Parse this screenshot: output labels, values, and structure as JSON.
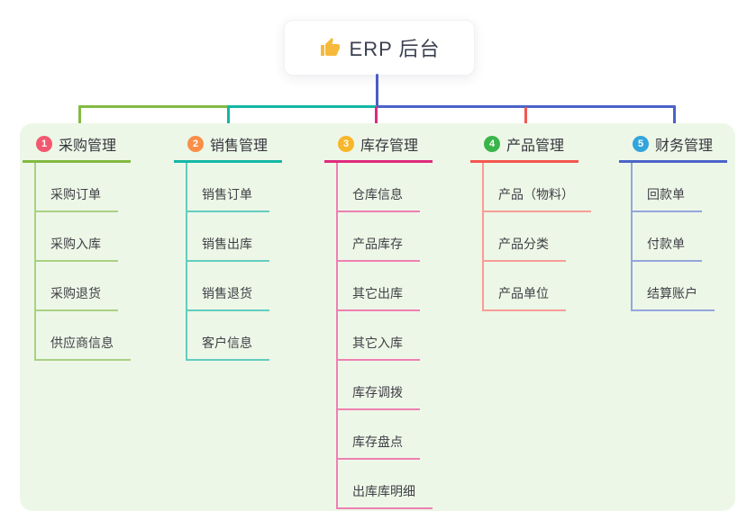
{
  "root": {
    "title": "ERP 后台",
    "icon": "thumbs-up-icon",
    "icon_color": "#f6b93b"
  },
  "branches": [
    {
      "index": "1",
      "label": "采购管理",
      "badge_color": "#f2586f",
      "accent": "#82ba42",
      "accent_light": "#a9d184",
      "children": [
        "采购订单",
        "采购入库",
        "采购退货",
        "供应商信息"
      ]
    },
    {
      "index": "2",
      "label": "销售管理",
      "badge_color": "#f98e49",
      "accent": "#12b7a6",
      "accent_light": "#63cdc0",
      "children": [
        "销售订单",
        "销售出库",
        "销售退货",
        "客户信息"
      ]
    },
    {
      "index": "3",
      "label": "库存管理",
      "badge_color": "#f8b62b",
      "accent": "#df2a7d",
      "accent_light": "#ee7fb2",
      "children": [
        "仓库信息",
        "产品库存",
        "其它出库",
        "其它入库",
        "库存调拨",
        "库存盘点",
        "出库库明细"
      ]
    },
    {
      "index": "4",
      "label": "产品管理",
      "badge_color": "#3ab54a",
      "accent": "#f4574f",
      "accent_light": "#f79d96",
      "children": [
        "产品（物料）",
        "产品分类",
        "产品单位"
      ]
    },
    {
      "index": "5",
      "label": "财务管理",
      "badge_color": "#34a5dc",
      "accent": "#4a63c8",
      "accent_light": "#92a6dc",
      "children": [
        "回款单",
        "付款单",
        "结算账户"
      ]
    }
  ],
  "colors": {
    "canvas": "#ffffff",
    "panel": "#edf7e7",
    "trunk": "#4a5cc6"
  }
}
